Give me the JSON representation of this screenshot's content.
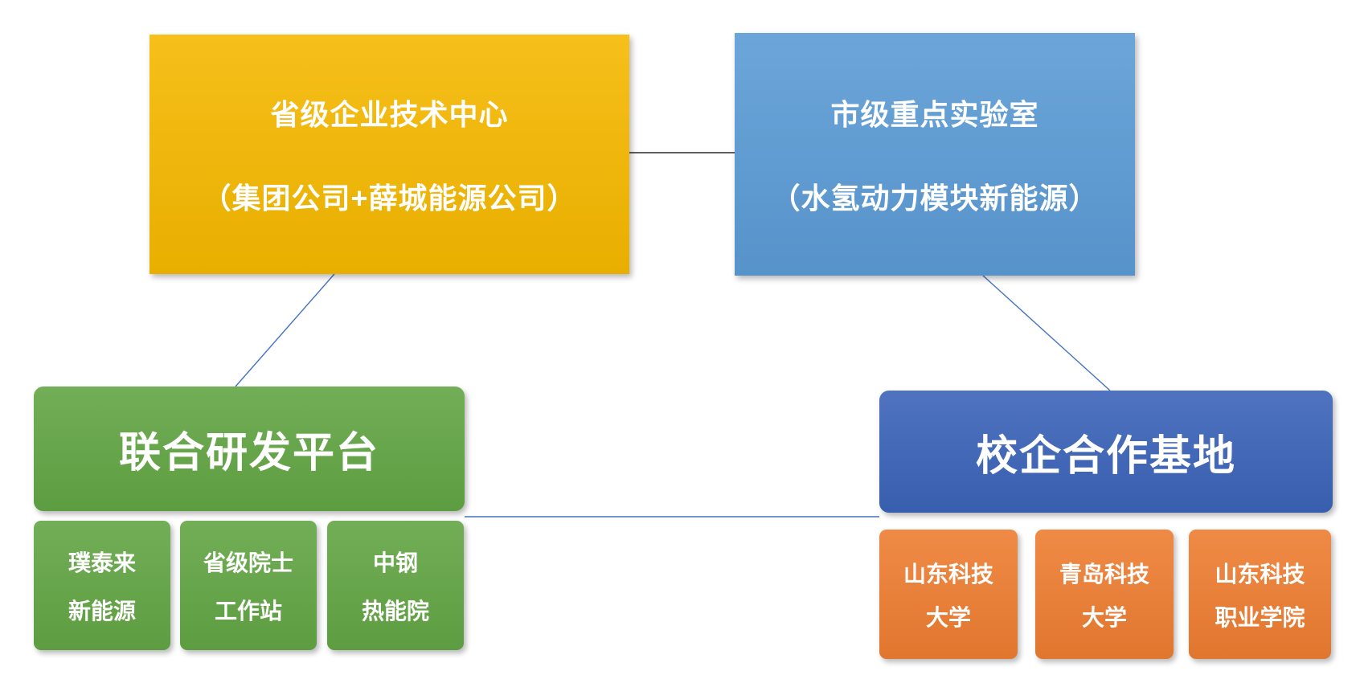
{
  "diagram": {
    "tech_center": {
      "line1": "省级企业技术中心",
      "line2": "（集团公司+薛城能源公司）",
      "color": "#F5B800"
    },
    "key_lab": {
      "line1": "市级重点实验室",
      "line2": "（水氢动力模块新能源）",
      "color": "#5B9BD5"
    },
    "rd_platform": {
      "label": "联合研发平台",
      "color": "#62A544"
    },
    "coop_base": {
      "label": "校企合作基地",
      "color": "#3B63B8"
    },
    "left_children": [
      {
        "line1": "璞泰来",
        "line2": "新能源",
        "color": "#62A544"
      },
      {
        "line1": "省级院士",
        "line2": "工作站",
        "color": "#62A544"
      },
      {
        "line1": "中钢",
        "line2": "热能院",
        "color": "#62A544"
      }
    ],
    "right_children": [
      {
        "line1": "山东科技",
        "line2": "大学",
        "color": "#ED7D31"
      },
      {
        "line1": "青岛科技",
        "line2": "大学",
        "color": "#ED7D31"
      },
      {
        "line1": "山东科技",
        "line2": "职业学院",
        "color": "#ED7D31"
      }
    ],
    "connector_colors": {
      "top_link": "#2A2A2A",
      "branch_link": "#4472C4"
    }
  }
}
